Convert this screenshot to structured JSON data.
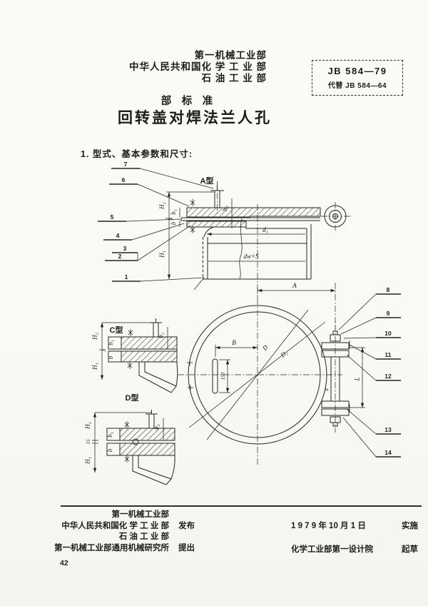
{
  "header": {
    "org1": "第一机械工业部",
    "org2": "中华人民共和国化 学 工 业 部",
    "org3": "石 油 工 业 部",
    "std_label": "部　标　准",
    "doc_title": "回转盖对焊法兰人孔",
    "std_no": "JB 584—79",
    "replaces": "代替 JB 584—64"
  },
  "body": {
    "section1": "1. 型式、基本参数和尺寸:"
  },
  "drawing": {
    "views": {
      "a": "A型",
      "c": "C型",
      "d": "D型"
    },
    "callouts": {
      "c1": "1",
      "c2": "2",
      "c3": "3",
      "c4": "4",
      "c5": "5",
      "c6": "6",
      "c7": "7",
      "c8": "8",
      "c9": "9",
      "c10": "10",
      "c11": "11",
      "c12": "12",
      "c13": "13",
      "c14": "14"
    },
    "dims": {
      "H2": "H₂",
      "H1": "H₁",
      "b1": "b₁",
      "b": "b",
      "b2": "b₂",
      "d1": "d₁",
      "dw": "dw×S",
      "A": "A",
      "B": "B",
      "D": "D",
      "D1": "D₁",
      "n150": "150",
      "L": "L",
      "d": "d",
      "n3": "3",
      "n15": "15"
    }
  },
  "footer": {
    "org1": "第一机械工业部",
    "org2": "中华人民共和国化 学 工 业 部",
    "org2_action": "发布",
    "org3": "石 油 工 业 部",
    "org4": "第一机械工业部通用机械研究所",
    "org4_action": "提出",
    "page_no": "42",
    "date": "1 9 7 9 年 10 月 1 日",
    "date_action": "实施",
    "drafter": "化学工业部第一设计院",
    "draft_action": "起草"
  }
}
